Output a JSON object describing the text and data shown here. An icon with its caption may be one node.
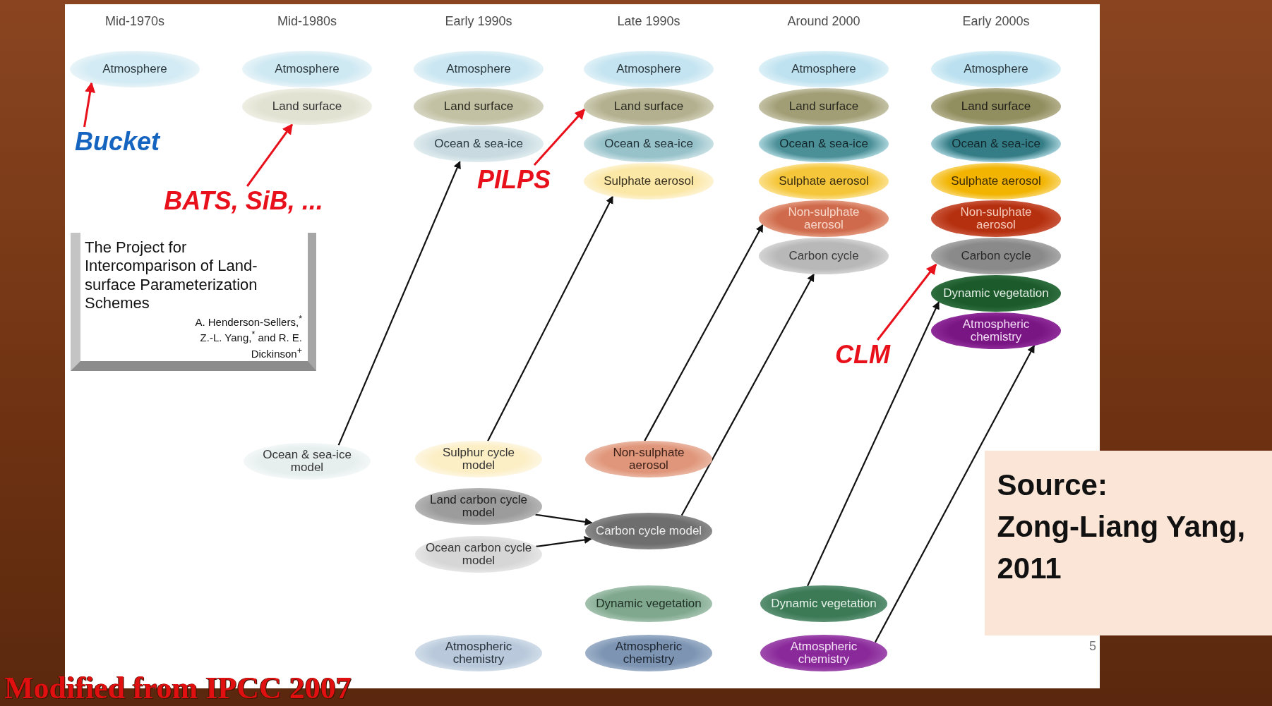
{
  "diagram": {
    "nodes": [
      {
        "text": [
          "Atmosphere"
        ]
      },
      {
        "text": [
          "Atmosphere"
        ]
      },
      {
        "text": [
          "Land surface"
        ]
      },
      {
        "text": [
          "Atmosphere"
        ]
      },
      {
        "text": [
          "Land surface"
        ]
      },
      {
        "text": [
          "Ocean & sea-ice"
        ]
      },
      {
        "text": [
          "Atmosphere"
        ]
      },
      {
        "text": [
          "Land surface"
        ]
      },
      {
        "text": [
          "Ocean & sea-ice"
        ]
      },
      {
        "text": [
          "Sulphate aerosol"
        ]
      },
      {
        "text": [
          "Atmosphere"
        ]
      },
      {
        "text": [
          "Land surface"
        ]
      },
      {
        "text": [
          "Ocean & sea-ice"
        ]
      },
      {
        "text": [
          "Sulphate aerosol"
        ]
      },
      {
        "text": [
          "Non-sulphate aerosol"
        ]
      },
      {
        "text": [
          "Carbon cycle"
        ]
      },
      {
        "text": [
          "Atmosphere"
        ]
      },
      {
        "text": [
          "Land surface"
        ]
      },
      {
        "text": [
          "Ocean & sea-ice"
        ]
      },
      {
        "text": [
          "Sulphate aerosol"
        ]
      },
      {
        "text": [
          "Non-sulphate aerosol"
        ]
      },
      {
        "text": [
          "Carbon cycle"
        ]
      },
      {
        "text": [
          "Dynamic vegetation"
        ]
      },
      {
        "text": [
          "Atmospheric chemistry"
        ]
      },
      {
        "text": [
          "Bucket"
        ]
      },
      {
        "text": [
          "BATS, SiB, ..."
        ]
      },
      {
        "text": [
          "PILPS"
        ]
      },
      {
        "text": [
          "The Project for Intercomparison of Land-surface Parameterization Schemes",
          "A. Henderson-Sellers,$^{*}$ Z.-L. Yang,$^{*}$ and R. E. Dickinson$^{+}$"
        ]
      },
      {
        "text": [
          "CLM"
        ]
      },
      {
        "text": [
          "Ocean & sea-ice model"
        ]
      },
      {
        "text": [
          "Sulphur cycle model"
        ]
      },
      {
        "text": [
          "Non-sulphate aerosol"
        ]
      },
      {
        "text": [
          "Land carbon cycle model"
        ]
      },
      {
        "text": [
          "Carbon cycle model"
        ]
      },
      {
        "text": [
          "Ocean carbon cycle model"
        ]
      },
      {
        "text": [
          "Dynamic vegetation"
        ]
      },
      {
        "text": [
          "Dynamic vegetation"
        ]
      },
      {
        "text": [
          "Atmospheric chemistry"
        ]
      },
      {
        "text": [
          "Atmospheric chemistry"
        ]
      },
      {
        "text": [
          "Atmospheric chemistry"
        ]
      },
      {
        "text": [
          "Source:",
          "Zong-Liang Yang, 2011"
        ]
      }
    ],
    "edges": [
      {
        "from": 24,
        "to": 0,
        "arrow": "to",
        "color": "#e8101a"
      },
      {
        "from": 25,
        "to": 2,
        "arrow": "to",
        "color": "#e8101a"
      },
      {
        "from": 26,
        "to": 7,
        "arrow": "to",
        "color": "#e8101a"
      },
      {
        "from": 28,
        "to": 21,
        "arrow": "to",
        "color": "#e8101a"
      },
      {
        "from": 29,
        "to": 5,
        "arrow": "to"
      },
      {
        "from": 30,
        "to": 9,
        "arrow": "to"
      },
      {
        "from": 31,
        "to": 14,
        "arrow": "to"
      },
      {
        "from": 32,
        "to": 33,
        "arrow": "to"
      },
      {
        "from": 34,
        "to": 33,
        "arrow": "to"
      },
      {
        "from": 33,
        "to": 15,
        "arrow": "to"
      },
      {
        "from": 36,
        "to": 22,
        "arrow": "to"
      },
      {
        "from": 39,
        "to": 23,
        "arrow": "to"
      }
    ],
    "labels": [
      "Mid-1970s",
      "Mid-1980s",
      "Early 1990s",
      "Late 1990s",
      "Around 2000",
      "Early 2000s",
      "Modified from IPCC 2007",
      "5"
    ]
  }
}
